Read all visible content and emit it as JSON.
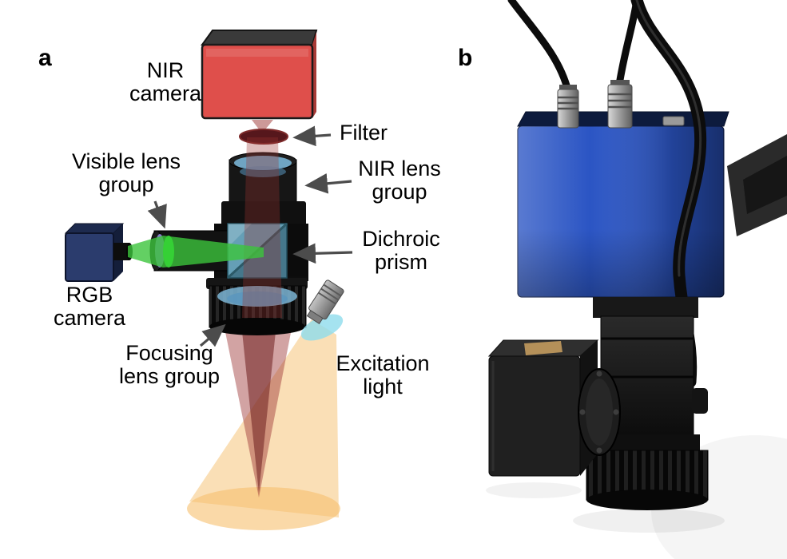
{
  "figure_labels": {
    "a": "a",
    "b": "b"
  },
  "panel_a": {
    "annotations": {
      "nir_camera": "NIR\ncamera",
      "filter": "Filter",
      "visible_lens_group": "Visible lens\ngroup",
      "nir_lens_group": "NIR lens\ngroup",
      "dichroic_prism": "Dichroic\nprism",
      "rgb_camera": "RGB\ncamera",
      "focusing_lens_group": "Focusing\nlens group",
      "excitation_light": "Excitation\nlight"
    },
    "colors": {
      "nir_camera_body": "#df4f4b",
      "nir_beam": "#9c3432",
      "visible_beam": "#3cc43c",
      "excitation_beam": "#f6bf6e",
      "dichroic_prism": "#6aa8c0",
      "rgb_camera_body": "#2b3c6d",
      "housing": "#131313",
      "arrow": "#4c4c4c"
    }
  },
  "panel_b": {
    "colors": {
      "camera_body_blue": "#2b55c4",
      "optics_black": "#141414",
      "cable_black": "#0c0c0c",
      "connector_metal": "#9c9c9c"
    }
  }
}
